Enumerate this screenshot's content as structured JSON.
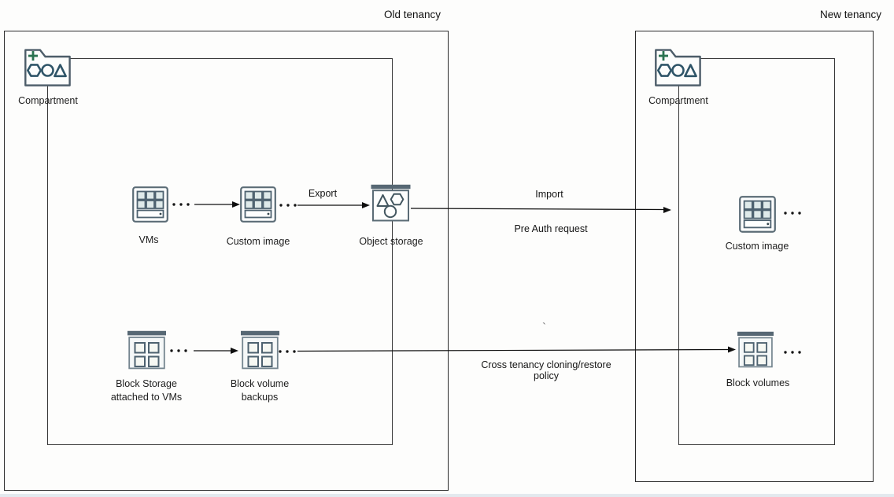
{
  "titles": {
    "old": "Old tenancy",
    "new": "New tenancy"
  },
  "old": {
    "compartment": "Compartment",
    "vms": "VMs",
    "custom_image": "Custom image",
    "object_storage": "Object storage",
    "block_storage_l1": "Block Storage",
    "block_storage_l2": "attached to VMs",
    "block_backups_l1": "Block volume",
    "block_backups_l2": "backups"
  },
  "new": {
    "compartment": "Compartment",
    "custom_image": "Custom image",
    "block_volumes": "Block volumes"
  },
  "edges": {
    "export": "Export",
    "import": "Import",
    "pre_auth": "Pre Auth request",
    "cross_l1": "Cross tenancy cloning/restore",
    "cross_l2": "policy",
    "stray_mark": "`"
  },
  "icons": [
    "compartment-folder-icon",
    "vm-grid-icon",
    "custom-image-grid-icon",
    "object-storage-shapes-icon",
    "block-volume-grid-icon"
  ],
  "colors": {
    "box_border": "#2b2b2b",
    "inner_box_border": "#363636",
    "icon_stroke": "#4e6270",
    "icon_outer_stroke": "#5b6c76",
    "icon_bar": "#576874",
    "icon_square_fill": "#dfeaea",
    "block_square_fill": "#f6f8f3",
    "compartment_plus_green": "#2a7350",
    "connector": "#0f0f0f",
    "background": "#fdfdfc"
  }
}
